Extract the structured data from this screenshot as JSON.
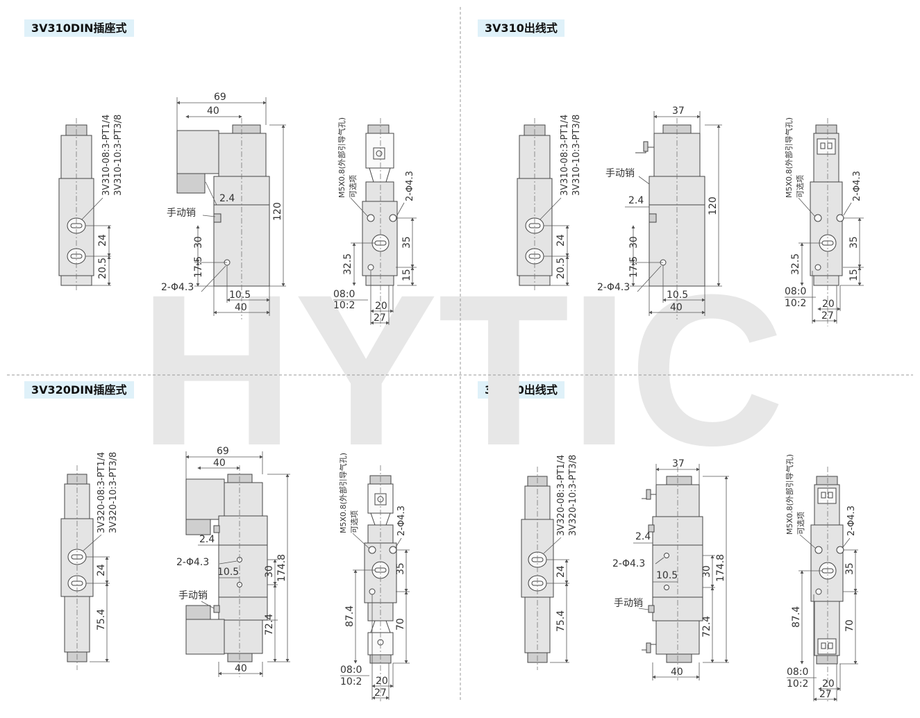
{
  "watermark": "HYTIC",
  "panels": [
    {
      "title": "3V310DIN插座式",
      "side": {
        "model_lines": [
          "3V310-08:3-PT1/4",
          "3V310-10:3-PT3/8"
        ],
        "pitch": "24",
        "bottom": "20.5"
      },
      "front": {
        "width_total": "69",
        "width_body": "40",
        "height": "120",
        "offset": "2.4",
        "manual": "手动销",
        "hole_y": "30",
        "hole_y2": "17.5",
        "holes": "2-Φ4.3",
        "hole_x": "10.5",
        "base_width": "40"
      },
      "end": {
        "port_note": "M5X0.8(外部引导气孔)",
        "option": "可选项",
        "holes": "2-Φ4.3",
        "pitch": "35",
        "v1": "32.5",
        "v2": "15",
        "thread1": "08:0",
        "thread2": "10:2",
        "w1": "20",
        "w2": "27"
      }
    },
    {
      "title": "3V310出线式",
      "side": {
        "model_lines": [
          "3V310-08:3-PT1/4",
          "3V310-10:3-PT3/8"
        ],
        "pitch": "24",
        "bottom": "20.5"
      },
      "front": {
        "width_total": "37",
        "height": "120",
        "offset": "2.4",
        "manual": "手动销",
        "hole_y": "30",
        "hole_y2": "17.5",
        "holes": "2-Φ4.3",
        "hole_x": "10.5",
        "base_width": "40"
      },
      "end": {
        "port_note": "M5X0.8(外部引导气孔)",
        "option": "可选项",
        "holes": "2-Φ4.3",
        "pitch": "35",
        "v1": "32.5",
        "v2": "15",
        "thread1": "08:0",
        "thread2": "10:2",
        "w1": "20",
        "w2": "27"
      }
    },
    {
      "title": "3V320DIN插座式",
      "side": {
        "model_lines": [
          "3V320-08:3-PT1/4",
          "3V320-10:3-PT3/8"
        ],
        "pitch": "24",
        "bottom": "75.4"
      },
      "front": {
        "width_total": "69",
        "width_body": "40",
        "height": "174.8",
        "offset": "2.4",
        "manual": "手动销",
        "hole_y": "30",
        "holes": "2-Φ4.3",
        "hole_x": "10.5",
        "lower": "72.4",
        "base_width": "40"
      },
      "end": {
        "port_note": "M5X0.8(外部引导气孔)",
        "option": "可选项",
        "holes": "2-Φ4.3",
        "pitch": "35",
        "v1": "87.4",
        "v2": "70",
        "thread1": "08:0",
        "thread2": "10:2",
        "w1": "20",
        "w2": "27"
      }
    },
    {
      "title": "3V320出线式",
      "side": {
        "model_lines": [
          "3V320-08:3-PT1/4",
          "3V320-10:3-PT3/8"
        ],
        "pitch": "24",
        "bottom": "75.4"
      },
      "front": {
        "width_total": "37",
        "height": "174.8",
        "offset": "2.4",
        "manual": "手动销",
        "hole_y": "30",
        "holes": "2-Φ4.3",
        "hole_x": "10.5",
        "lower": "72.4",
        "base_width": "40"
      },
      "end": {
        "port_note": "M5X0.8(外部引导气孔)",
        "option": "可选项",
        "holes": "2-Φ4.3",
        "pitch": "35",
        "v1": "87.4",
        "v2": "70",
        "thread1": "08:0",
        "thread2": "10:2",
        "w1": "20",
        "w2": "27"
      }
    }
  ]
}
